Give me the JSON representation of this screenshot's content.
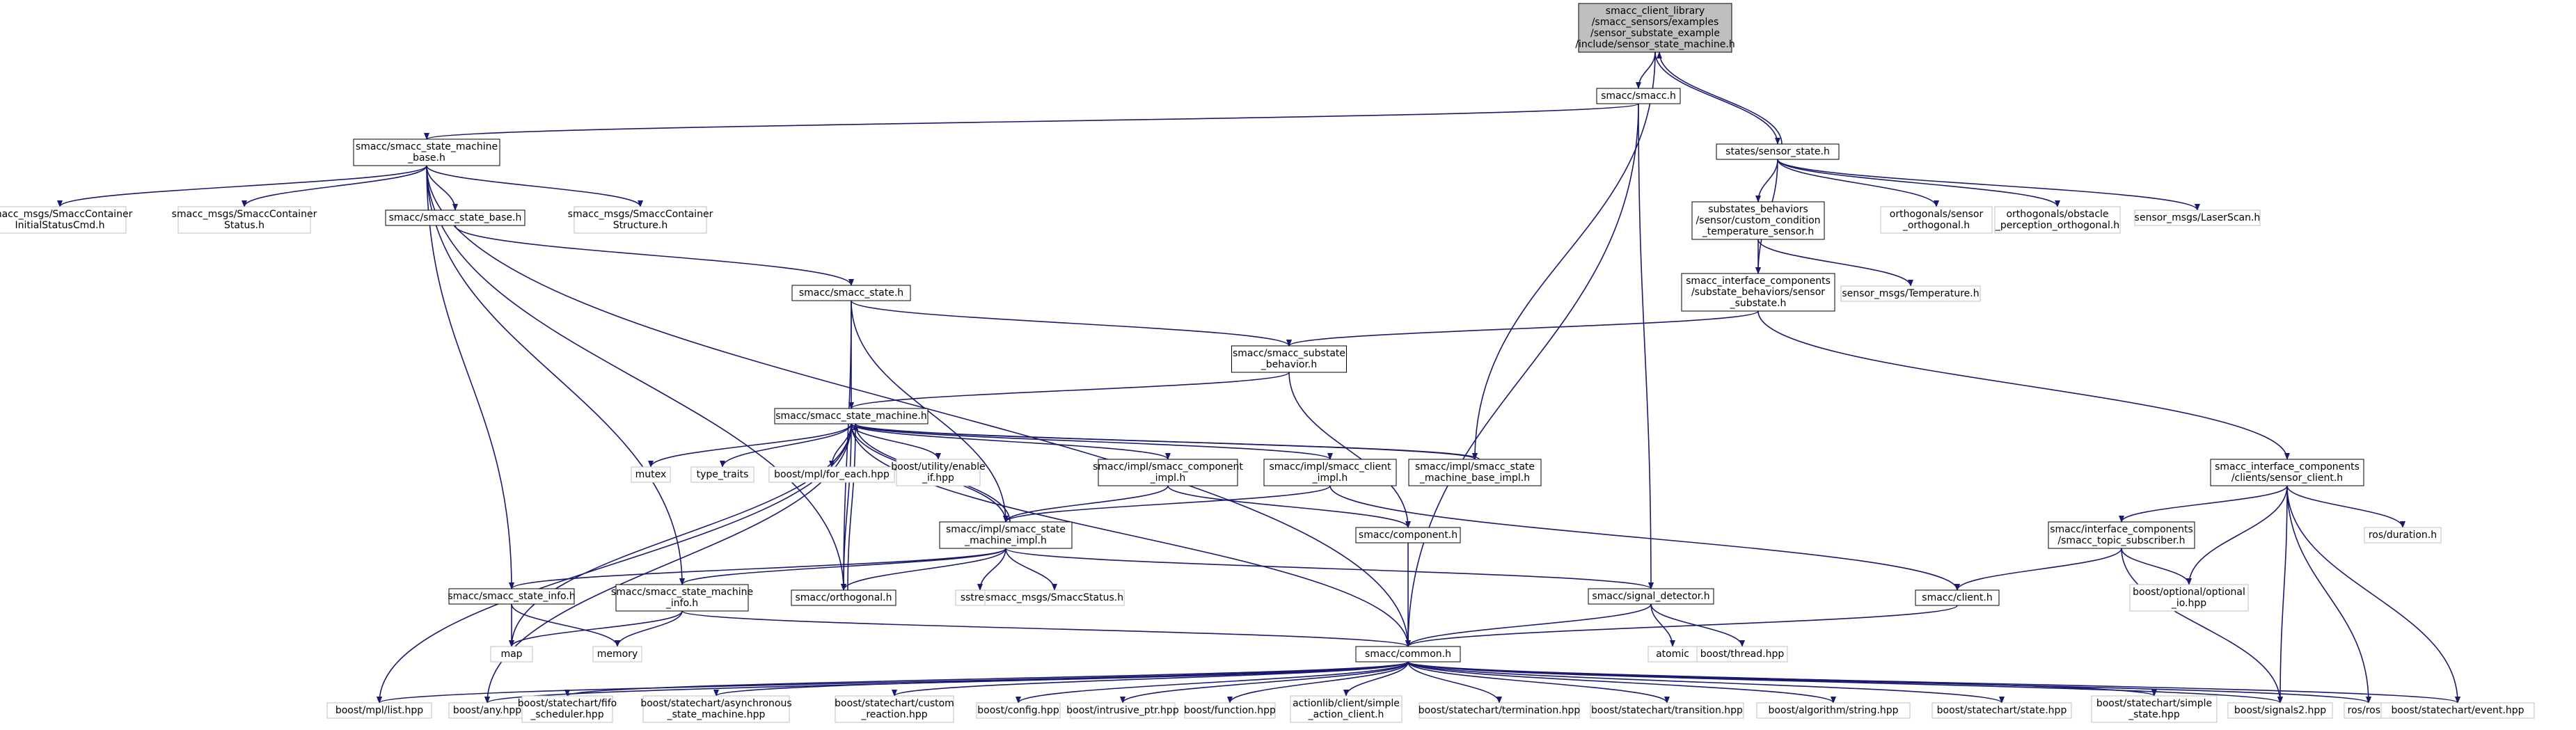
{
  "colors": {
    "edge": "#191970",
    "local_border": "#000000",
    "external_border": "#bfbfbf",
    "root_fill": "#bfbfbf"
  },
  "nodes": [
    {
      "id": "root",
      "kind": "root",
      "lines": [
        "smacc_client_library",
        "/smacc_sensors/examples",
        "/sensor_substate_example",
        "/include/sensor_state_machine.h"
      ]
    },
    {
      "id": "smacc_h",
      "kind": "local",
      "lines": [
        "smacc/smacc.h"
      ]
    },
    {
      "id": "sensor_state_h",
      "kind": "local",
      "lines": [
        "states/sensor_state.h"
      ]
    },
    {
      "id": "sm_base_h",
      "kind": "local",
      "lines": [
        "smacc/smacc_state_machine",
        "_base.h"
      ]
    },
    {
      "id": "msgs_cmd",
      "kind": "external",
      "lines": [
        "smacc_msgs/SmaccContainer",
        "InitialStatusCmd.h"
      ]
    },
    {
      "id": "msgs_status",
      "kind": "external",
      "lines": [
        "smacc_msgs/SmaccContainer",
        "Status.h"
      ]
    },
    {
      "id": "state_base_h",
      "kind": "local",
      "lines": [
        "smacc/smacc_state_base.h"
      ]
    },
    {
      "id": "msgs_struct",
      "kind": "external",
      "lines": [
        "smacc_msgs/SmaccContainer",
        "Structure.h"
      ]
    },
    {
      "id": "substates_behaviors",
      "kind": "local",
      "lines": [
        "substates_behaviors",
        "/sensor/custom_condition",
        "_temperature_sensor.h"
      ]
    },
    {
      "id": "orth_sensor",
      "kind": "external",
      "lines": [
        "orthogonals/sensor",
        "_orthogonal.h"
      ]
    },
    {
      "id": "orth_obstacle",
      "kind": "external",
      "lines": [
        "orthogonals/obstacle",
        "_perception_orthogonal.h"
      ]
    },
    {
      "id": "laserscan",
      "kind": "external",
      "lines": [
        "sensor_msgs/LaserScan.h"
      ]
    },
    {
      "id": "ic_substate",
      "kind": "local",
      "lines": [
        "smacc_interface_components",
        "/substate_behaviors/sensor",
        "_substate.h"
      ]
    },
    {
      "id": "temperature",
      "kind": "external",
      "lines": [
        "sensor_msgs/Temperature.h"
      ]
    },
    {
      "id": "smacc_state_h",
      "kind": "local",
      "lines": [
        "smacc/smacc_state.h"
      ]
    },
    {
      "id": "substate_behavior_h",
      "kind": "local",
      "lines": [
        "smacc/smacc_substate",
        "_behavior.h"
      ]
    },
    {
      "id": "sm_h",
      "kind": "local",
      "lines": [
        "smacc/smacc_state_machine.h"
      ]
    },
    {
      "id": "mutex",
      "kind": "external",
      "lines": [
        "mutex"
      ]
    },
    {
      "id": "type_traits",
      "kind": "external",
      "lines": [
        "type_traits"
      ]
    },
    {
      "id": "for_each",
      "kind": "external",
      "lines": [
        "boost/mpl/for_each.hpp"
      ]
    },
    {
      "id": "enable_if",
      "kind": "external",
      "lines": [
        "boost/utility/enable",
        "_if.hpp"
      ]
    },
    {
      "id": "comp_impl",
      "kind": "local",
      "lines": [
        "smacc/impl/smacc_component",
        "_impl.h"
      ]
    },
    {
      "id": "client_impl",
      "kind": "local",
      "lines": [
        "smacc/impl/smacc_client",
        "_impl.h"
      ]
    },
    {
      "id": "sm_base_impl",
      "kind": "local",
      "lines": [
        "smacc/impl/smacc_state",
        "_machine_base_impl.h"
      ]
    },
    {
      "id": "sensor_client",
      "kind": "local",
      "lines": [
        "smacc_interface_components",
        "/clients/sensor_client.h"
      ]
    },
    {
      "id": "sm_impl",
      "kind": "local",
      "lines": [
        "smacc/impl/smacc_state",
        "_machine_impl.h"
      ]
    },
    {
      "id": "component_h",
      "kind": "local",
      "lines": [
        "smacc/component.h"
      ]
    },
    {
      "id": "topic_sub",
      "kind": "local",
      "lines": [
        "smacc/interface_components",
        "/smacc_topic_subscriber.h"
      ]
    },
    {
      "id": "ros_duration",
      "kind": "external",
      "lines": [
        "ros/duration.h"
      ]
    },
    {
      "id": "optional_io",
      "kind": "external",
      "lines": [
        "boost/optional/optional",
        "_io.hpp"
      ]
    },
    {
      "id": "state_info_h",
      "kind": "local",
      "lines": [
        "smacc/smacc_state_info.h"
      ]
    },
    {
      "id": "sm_info_h",
      "kind": "local",
      "lines": [
        "smacc/smacc_state_machine",
        "_info.h"
      ]
    },
    {
      "id": "orthogonal_h",
      "kind": "local",
      "lines": [
        "smacc/orthogonal.h"
      ]
    },
    {
      "id": "sstream",
      "kind": "external",
      "lines": [
        "sstream"
      ]
    },
    {
      "id": "msgs_smacc_status",
      "kind": "external",
      "lines": [
        "smacc_msgs/SmaccStatus.h"
      ]
    },
    {
      "id": "signal_detector",
      "kind": "local",
      "lines": [
        "smacc/signal_detector.h"
      ]
    },
    {
      "id": "client_h",
      "kind": "local",
      "lines": [
        "smacc/client.h"
      ]
    },
    {
      "id": "map",
      "kind": "external",
      "lines": [
        "map"
      ]
    },
    {
      "id": "memory",
      "kind": "external",
      "lines": [
        "memory"
      ]
    },
    {
      "id": "common_h",
      "kind": "local",
      "lines": [
        "smacc/common.h"
      ]
    },
    {
      "id": "atomic",
      "kind": "external",
      "lines": [
        "atomic"
      ]
    },
    {
      "id": "thread",
      "kind": "external",
      "lines": [
        "boost/thread.hpp"
      ]
    },
    {
      "id": "mpl_list",
      "kind": "external",
      "lines": [
        "boost/mpl/list.hpp"
      ]
    },
    {
      "id": "any",
      "kind": "external",
      "lines": [
        "boost/any.hpp"
      ]
    },
    {
      "id": "fifo",
      "kind": "external",
      "lines": [
        "boost/statechart/fifo",
        "_scheduler.hpp"
      ]
    },
    {
      "id": "async_sm",
      "kind": "external",
      "lines": [
        "boost/statechart/asynchronous",
        "_state_machine.hpp"
      ]
    },
    {
      "id": "custom_reaction",
      "kind": "external",
      "lines": [
        "boost/statechart/custom",
        "_reaction.hpp"
      ]
    },
    {
      "id": "config",
      "kind": "external",
      "lines": [
        "boost/config.hpp"
      ]
    },
    {
      "id": "intrusive",
      "kind": "external",
      "lines": [
        "boost/intrusive_ptr.hpp"
      ]
    },
    {
      "id": "function",
      "kind": "external",
      "lines": [
        "boost/function.hpp"
      ]
    },
    {
      "id": "actionlib",
      "kind": "external",
      "lines": [
        "actionlib/client/simple",
        "_action_client.h"
      ]
    },
    {
      "id": "termination",
      "kind": "external",
      "lines": [
        "boost/statechart/termination.hpp"
      ]
    },
    {
      "id": "transition",
      "kind": "external",
      "lines": [
        "boost/statechart/transition.hpp"
      ]
    },
    {
      "id": "alg_string",
      "kind": "external",
      "lines": [
        "boost/algorithm/string.hpp"
      ]
    },
    {
      "id": "state_hpp",
      "kind": "external",
      "lines": [
        "boost/statechart/state.hpp"
      ]
    },
    {
      "id": "simple_state",
      "kind": "external",
      "lines": [
        "boost/statechart/simple",
        "_state.hpp"
      ]
    },
    {
      "id": "signals2",
      "kind": "external",
      "lines": [
        "boost/signals2.hpp"
      ]
    },
    {
      "id": "ros_h",
      "kind": "external",
      "lines": [
        "ros/ros.h"
      ]
    },
    {
      "id": "event_hpp",
      "kind": "external",
      "lines": [
        "boost/statechart/event.hpp"
      ]
    }
  ],
  "edges": [
    [
      "root",
      "smacc_h"
    ],
    [
      "root",
      "sensor_state_h"
    ],
    [
      "sensor_state_h",
      "root"
    ],
    [
      "root",
      "sm_base_impl"
    ],
    [
      "smacc_h",
      "sm_base_h"
    ],
    [
      "smacc_h",
      "common_h"
    ],
    [
      "smacc_h",
      "signal_detector"
    ],
    [
      "sm_base_h",
      "msgs_cmd"
    ],
    [
      "sm_base_h",
      "msgs_status"
    ],
    [
      "sm_base_h",
      "state_base_h"
    ],
    [
      "sm_base_h",
      "msgs_struct"
    ],
    [
      "sm_base_h",
      "state_info_h"
    ],
    [
      "sm_base_h",
      "sm_info_h"
    ],
    [
      "sm_base_h",
      "common_h"
    ],
    [
      "sm_base_h",
      "orthogonal_h"
    ],
    [
      "state_base_h",
      "smacc_state_h"
    ],
    [
      "sensor_state_h",
      "substates_behaviors"
    ],
    [
      "sensor_state_h",
      "orth_sensor"
    ],
    [
      "sensor_state_h",
      "orth_obstacle"
    ],
    [
      "sensor_state_h",
      "laserscan"
    ],
    [
      "sensor_state_h",
      "ic_substate"
    ],
    [
      "substates_behaviors",
      "ic_substate"
    ],
    [
      "substates_behaviors",
      "temperature"
    ],
    [
      "ic_substate",
      "substate_behavior_h"
    ],
    [
      "ic_substate",
      "sensor_client"
    ],
    [
      "smacc_state_h",
      "sm_h"
    ],
    [
      "smacc_state_h",
      "substate_behavior_h"
    ],
    [
      "smacc_state_h",
      "sm_impl"
    ],
    [
      "smacc_state_h",
      "orthogonal_h"
    ],
    [
      "substate_behavior_h",
      "sm_h"
    ],
    [
      "substate_behavior_h",
      "component_h"
    ],
    [
      "sm_h",
      "mutex"
    ],
    [
      "sm_h",
      "type_traits"
    ],
    [
      "sm_h",
      "for_each"
    ],
    [
      "sm_h",
      "enable_if"
    ],
    [
      "sm_h",
      "comp_impl"
    ],
    [
      "sm_h",
      "client_impl"
    ],
    [
      "sm_h",
      "sm_base_impl"
    ],
    [
      "sm_h",
      "sm_impl"
    ],
    [
      "sm_h",
      "orthogonal_h"
    ],
    [
      "sm_h",
      "map"
    ],
    [
      "sm_h",
      "mpl_list"
    ],
    [
      "sm_h",
      "any"
    ],
    [
      "sm_h",
      "common_h"
    ],
    [
      "sm_impl",
      "sm_h"
    ],
    [
      "orthogonal_h",
      "sm_h"
    ],
    [
      "sm_base_impl",
      "sm_h"
    ],
    [
      "comp_impl",
      "sm_impl"
    ],
    [
      "comp_impl",
      "component_h"
    ],
    [
      "client_impl",
      "sm_impl"
    ],
    [
      "client_impl",
      "client_h"
    ],
    [
      "sm_impl",
      "state_info_h"
    ],
    [
      "sm_impl",
      "sm_info_h"
    ],
    [
      "sm_impl",
      "orthogonal_h"
    ],
    [
      "sm_impl",
      "sstream"
    ],
    [
      "sm_impl",
      "msgs_smacc_status"
    ],
    [
      "sm_impl",
      "signal_detector"
    ],
    [
      "component_h",
      "common_h"
    ],
    [
      "sensor_client",
      "topic_sub"
    ],
    [
      "sensor_client",
      "ros_duration"
    ],
    [
      "sensor_client",
      "optional_io"
    ],
    [
      "sensor_client",
      "signals2"
    ],
    [
      "sensor_client",
      "ros_h"
    ],
    [
      "sensor_client",
      "event_hpp"
    ],
    [
      "topic_sub",
      "client_h"
    ],
    [
      "topic_sub",
      "optional_io"
    ],
    [
      "topic_sub",
      "signals2"
    ],
    [
      "client_h",
      "common_h"
    ],
    [
      "state_info_h",
      "map"
    ],
    [
      "state_info_h",
      "memory"
    ],
    [
      "sm_info_h",
      "map"
    ],
    [
      "sm_info_h",
      "memory"
    ],
    [
      "sm_info_h",
      "common_h"
    ],
    [
      "signal_detector",
      "common_h"
    ],
    [
      "signal_detector",
      "atomic"
    ],
    [
      "signal_detector",
      "thread"
    ],
    [
      "common_h",
      "mpl_list"
    ],
    [
      "common_h",
      "any"
    ],
    [
      "common_h",
      "fifo"
    ],
    [
      "common_h",
      "async_sm"
    ],
    [
      "common_h",
      "custom_reaction"
    ],
    [
      "common_h",
      "config"
    ],
    [
      "common_h",
      "intrusive"
    ],
    [
      "common_h",
      "function"
    ],
    [
      "common_h",
      "actionlib"
    ],
    [
      "common_h",
      "termination"
    ],
    [
      "common_h",
      "transition"
    ],
    [
      "common_h",
      "alg_string"
    ],
    [
      "common_h",
      "state_hpp"
    ],
    [
      "common_h",
      "simple_state"
    ],
    [
      "common_h",
      "signals2"
    ],
    [
      "common_h",
      "ros_h"
    ],
    [
      "common_h",
      "event_hpp"
    ]
  ]
}
